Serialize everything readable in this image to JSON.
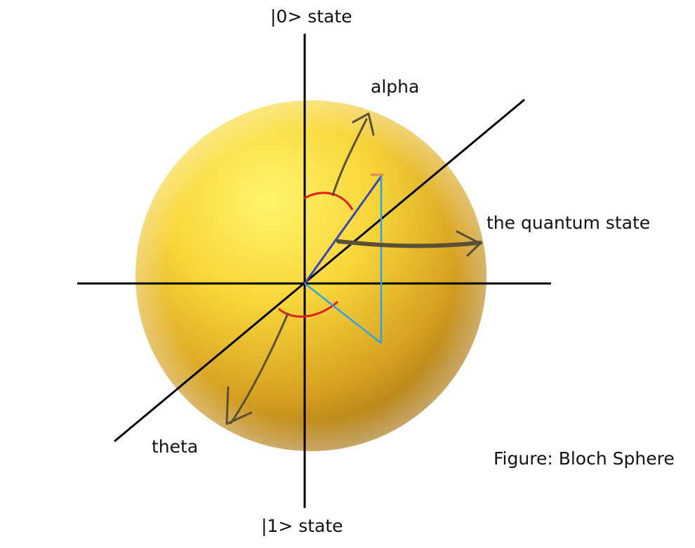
{
  "labels": {
    "top": "|0> state",
    "bottom": "|1> state",
    "alpha": "alpha",
    "theta": "theta",
    "quantum_state": "the quantum state",
    "caption": "Figure: Bloch Sphere"
  },
  "colors": {
    "sphere_light": "#fff36a",
    "sphere_mid": "#f4c82e",
    "sphere_dark": "#b98016",
    "axis": "#000000",
    "state_vector": "#3945b8",
    "projection": "#2ea2ea",
    "angle_arc": "#e01f1f",
    "annotation_arrow": "#5a5135"
  }
}
